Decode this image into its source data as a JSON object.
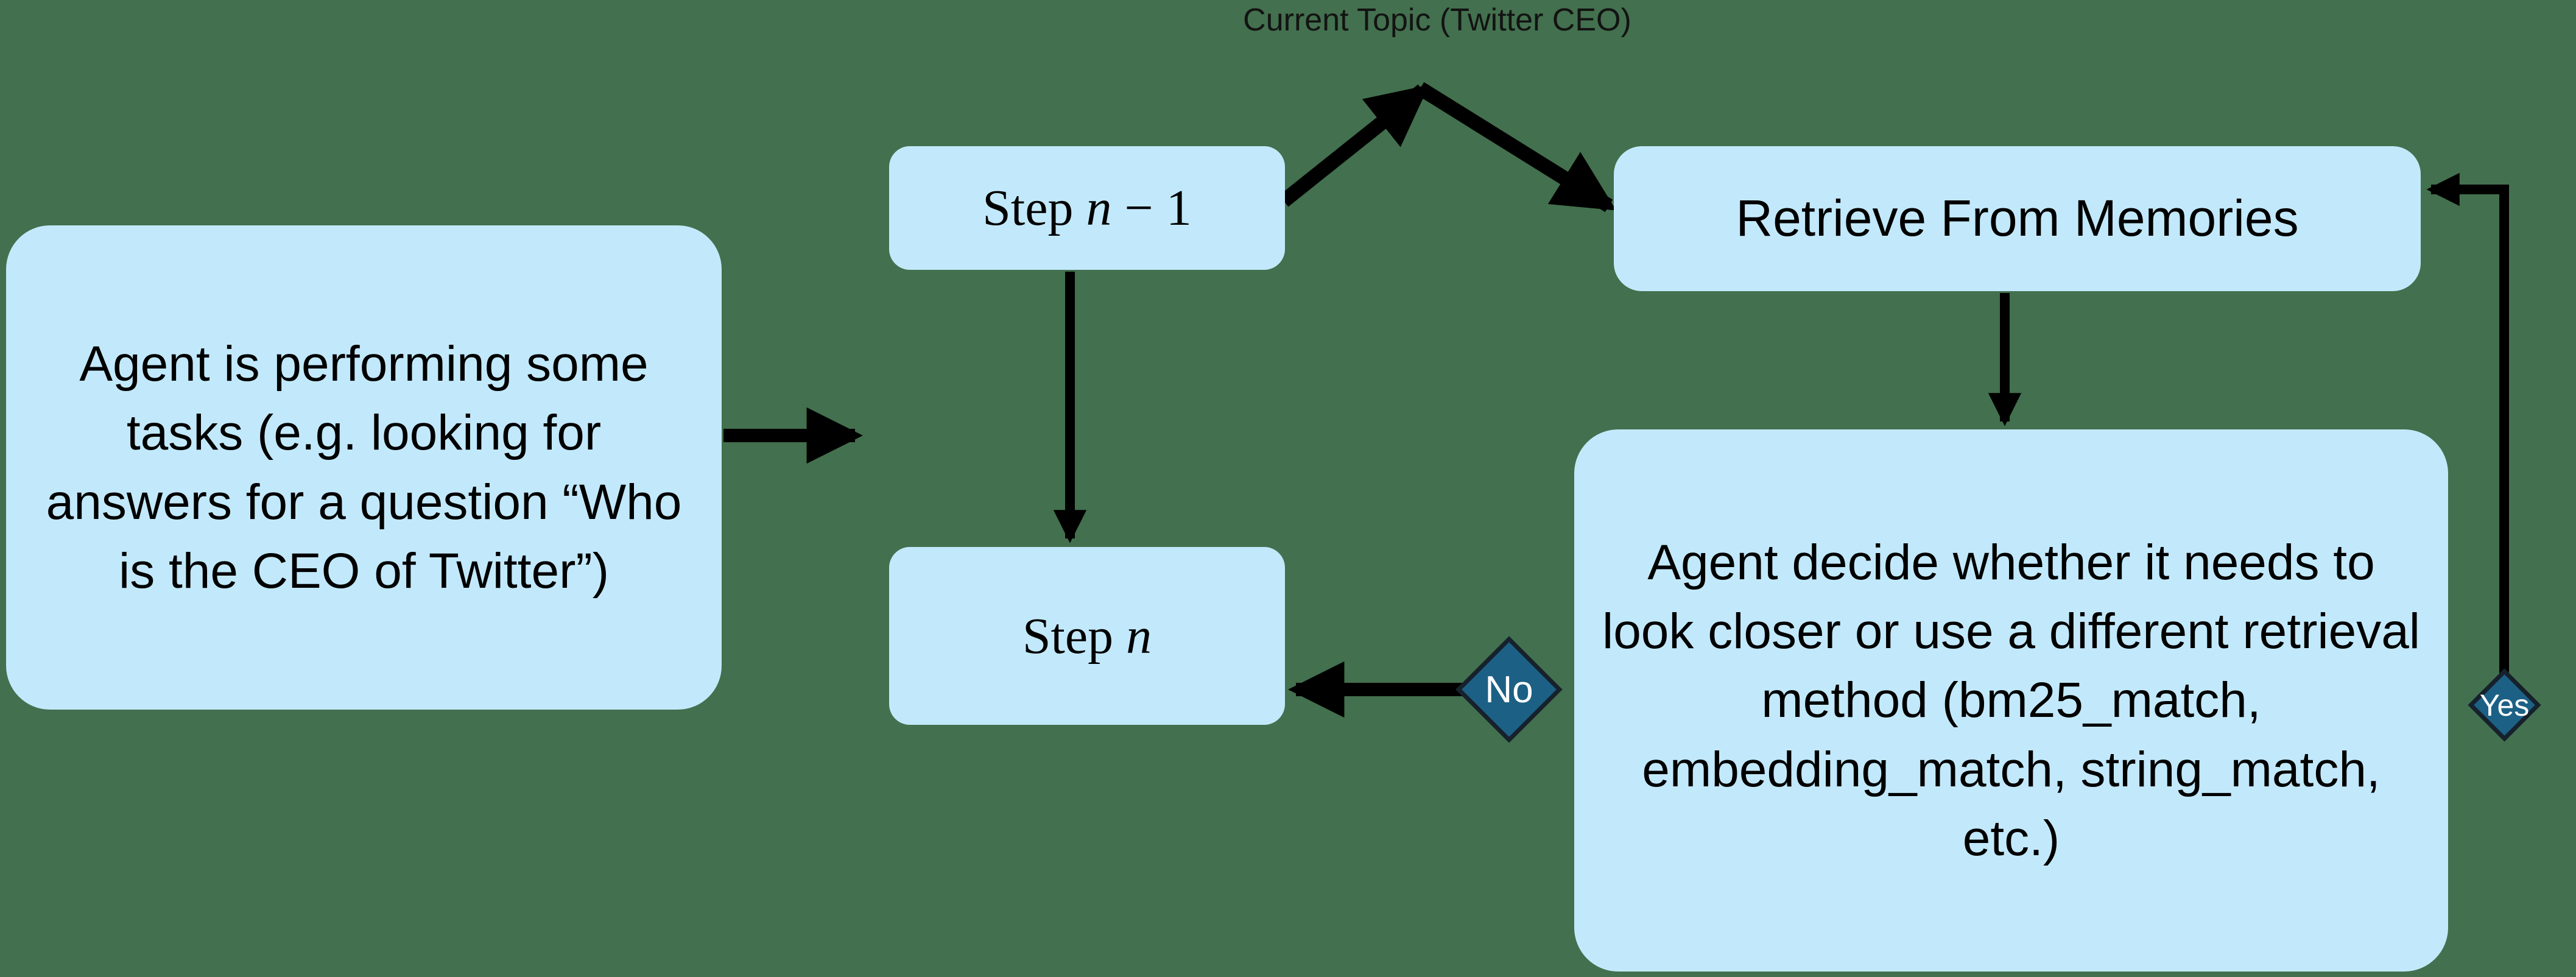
{
  "diagram": {
    "type": "flowchart",
    "title": "Agent memory retrieval loop",
    "background_color": "#43704e",
    "node_fill_color": "#C2E9FB",
    "decision_fill_color": "#1C6085",
    "decision_border_color": "#16212B",
    "decision_text_color": "#FFFFFF",
    "edge_color": "#000000"
  },
  "caption": {
    "current_topic": "Current Topic (Twitter CEO)"
  },
  "nodes": {
    "task": {
      "id": "task",
      "label": "Agent is performing some tasks (e.g. looking for answers for a question “Who is the CEO of Twitter”)"
    },
    "step_prev": {
      "id": "step_prev",
      "label_prefix": "Step ",
      "label_var": "n",
      "label_suffix": " − 1",
      "label_plain": "Step n − 1"
    },
    "retrieve": {
      "id": "retrieve",
      "label": "Retrieve From Memories"
    },
    "decide": {
      "id": "decide",
      "label": "Agent decide whether it needs to look closer or use a different retrieval method (bm25_match, embedding_match, string_match, etc.)"
    },
    "step_n": {
      "id": "step_n",
      "label_prefix": "Step ",
      "label_var": "n",
      "label_plain": "Step n"
    }
  },
  "decisions": {
    "no": {
      "id": "no",
      "label": "No"
    },
    "yes": {
      "id": "yes",
      "label": "Yes"
    }
  },
  "edges": [
    {
      "from": "task",
      "to": "step_prev",
      "label": ""
    },
    {
      "from": "step_prev",
      "to": "topic_peak",
      "label": ""
    },
    {
      "from": "topic_peak",
      "to": "retrieve",
      "label": ""
    },
    {
      "from": "step_prev",
      "to": "step_n",
      "label": ""
    },
    {
      "from": "retrieve",
      "to": "decide",
      "label": ""
    },
    {
      "from": "decide",
      "to": "no",
      "label": "No"
    },
    {
      "from": "no",
      "to": "step_n",
      "label": ""
    },
    {
      "from": "decide",
      "to": "yes",
      "label": "Yes"
    },
    {
      "from": "yes",
      "to": "retrieve",
      "label": ""
    }
  ]
}
